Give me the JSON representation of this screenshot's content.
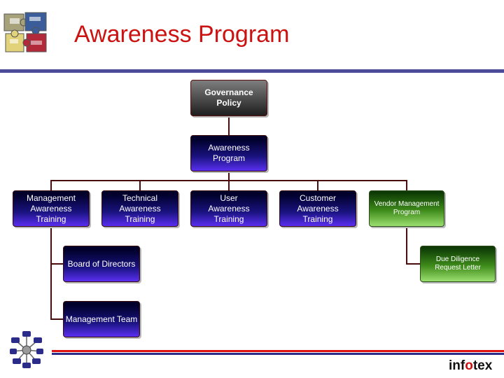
{
  "title": "Awareness Program",
  "nodes": {
    "governance": "Governance\nPolicy",
    "awareness_program": "Awareness\nProgram",
    "mgmt_training": "Management\nAwareness\nTraining",
    "tech_training": "Technical\nAwareness\nTraining",
    "user_training": "User\nAwareness\nTraining",
    "customer_training": "Customer\nAwareness\nTraining",
    "vendor_program": "Vendor Management\nProgram",
    "board": "Board of Directors",
    "mgmt_team": "Management Team",
    "due_diligence": "Due Diligence\nRequest Letter"
  },
  "brand": {
    "prefix": "inf",
    "o": "o",
    "suffix": "tex"
  },
  "colors": {
    "title": "#cc1111",
    "rule": "#4b4b9a",
    "connector": "#4a0d0d"
  }
}
